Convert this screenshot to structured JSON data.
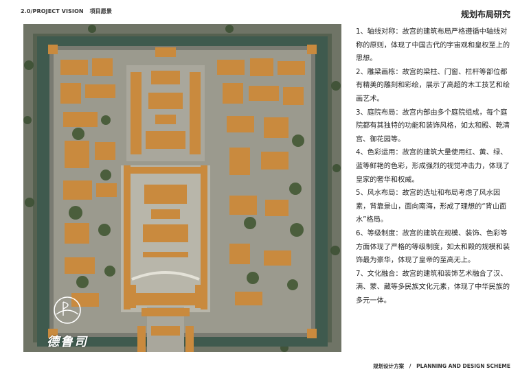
{
  "header": {
    "left_title": "2.0/PROJECT VISION",
    "left_subtitle": "项目愿景",
    "right_title": "规划布局研究"
  },
  "logo": {
    "text": "德鲁司"
  },
  "points": [
    "1、轴线对称：故宫的建筑布局严格遵循中轴线对称的原则，体现了中国古代的宇宙观和皇权至上的思想。",
    "2、雕梁画栋：故宫的梁柱、门窗、栏杆等部位都有精美的雕刻和彩绘，展示了高超的木工技艺和绘画艺术。",
    "3、庭院布局：故宫内部由多个庭院组成，每个庭院都有其独特的功能和装饰风格，如太和殿、乾清宫、御花园等。",
    "4、色彩运用：故宫的建筑大量使用红、黄、绿、蓝等鲜艳的色彩，形成强烈的视觉冲击力，体现了皇家的奢华和权威。",
    "5、风水布局：故宫的选址和布局考虑了风水因素，背靠景山，面向南海，形成了理想的“背山面水”格局。",
    "6、等级制度：故宫的建筑在规模、装饰、色彩等方面体现了严格的等级制度，如太和殿的规模和装饰最为豪华，体现了皇帝的至高无上。",
    "7、文化融合：故宫的建筑和装饰艺术融合了汉、满、蒙、藏等多民族文化元素，体现了中华民族的多元一体。"
  ],
  "footer": {
    "cn": "规划设计方案",
    "separator": "/",
    "en": "PLANNING AND DESIGN SCHEME"
  },
  "colors": {
    "moat": "#3f5a4e",
    "wall": "#7a7b72",
    "roof": "#c98a3e",
    "courtyard": "#a9a79c",
    "trees": "#4b5e3c"
  }
}
